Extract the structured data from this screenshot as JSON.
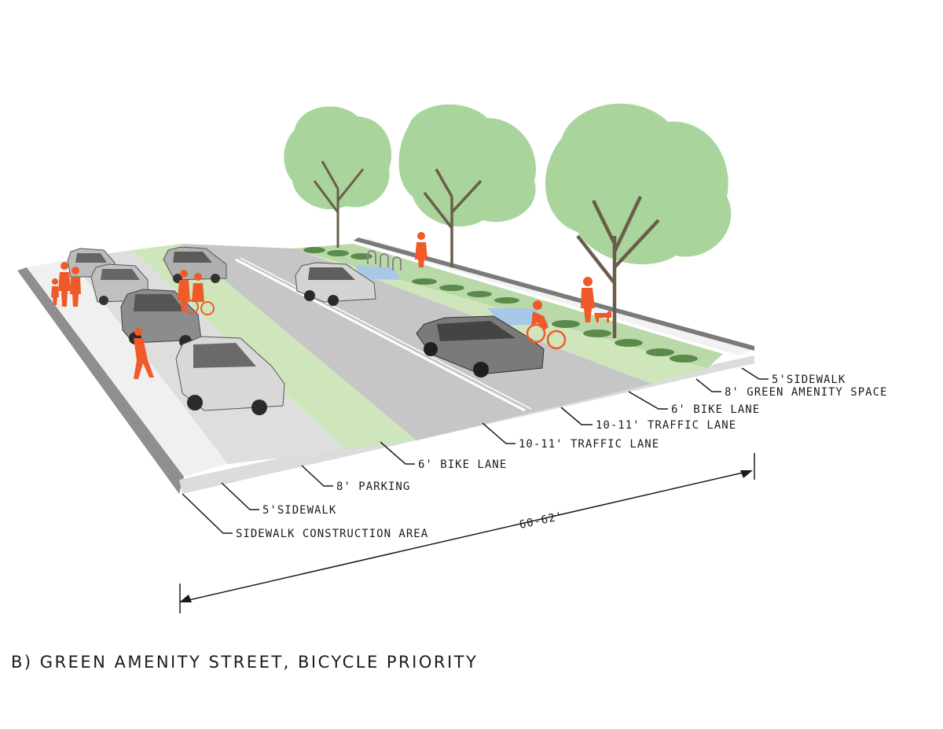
{
  "diagram": {
    "caption": "B) GREEN AMENITY STREET, BICYCLE PRIORITY",
    "total_width": "60-62'",
    "labels": {
      "sidewalk_right": "5'SIDEWALK",
      "green_amenity": "8' GREEN AMENITY SPACE",
      "bike_lane_right": "6' BIKE LANE",
      "traffic_lane_right": "10-11' TRAFFIC LANE",
      "traffic_lane_left": "10-11' TRAFFIC LANE",
      "bike_lane_left": "6' BIKE LANE",
      "parking": "8' PARKING",
      "sidewalk_left": "5'SIDEWALK",
      "construction_area": "SIDEWALK CONSTRUCTION AREA"
    },
    "colors": {
      "pedestrian": "#f05a28",
      "bike_lane": "#cfe6bc",
      "tree": "#a9d49c",
      "road": "#c6c6c6",
      "sidewalk": "#ececec",
      "car": "#bdbdbd"
    }
  }
}
